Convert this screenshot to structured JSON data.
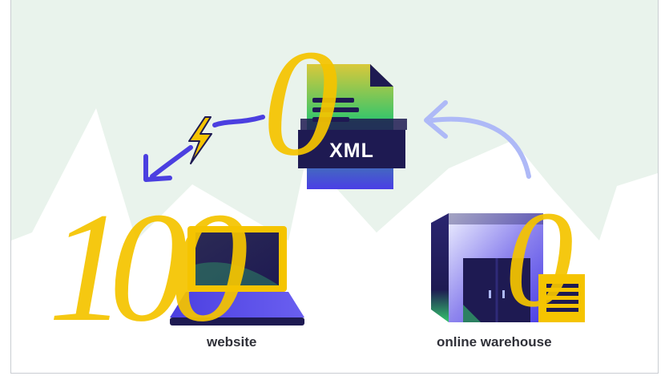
{
  "nodes": {
    "xml": {
      "badge": "XML",
      "count": "0"
    },
    "website": {
      "label": "website",
      "count": "100"
    },
    "warehouse": {
      "label": "online warehouse",
      "count": "0"
    }
  },
  "colors": {
    "background": "#ffffff",
    "pale_green": "#e9f3ec",
    "navy": "#1e1a52",
    "purple": "#4b3fe0",
    "green": "#35c46e",
    "yellow": "#f5c400",
    "light_arrow": "#aeb9f7"
  },
  "icons": [
    "xml-file-icon",
    "laptop-icon",
    "warehouse-icon",
    "lightning-icon"
  ]
}
